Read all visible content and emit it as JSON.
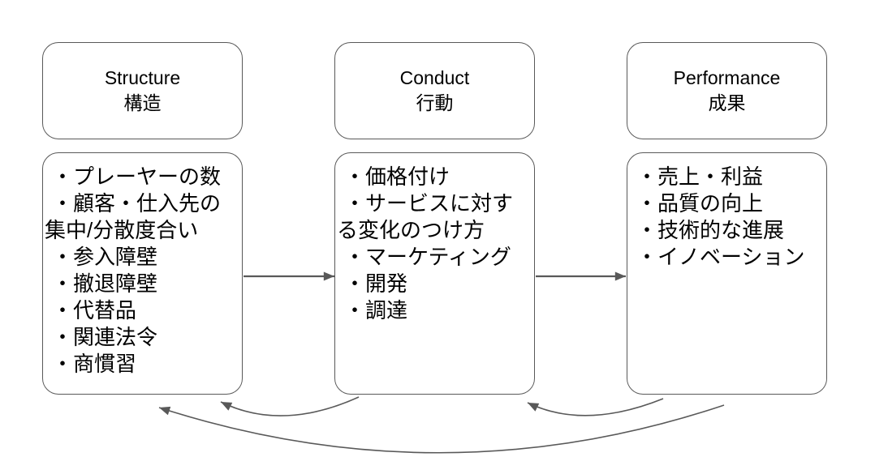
{
  "colors": {
    "background": "#ffffff",
    "border": "#595959",
    "arrow": "#595959",
    "text": "#000000"
  },
  "columns": [
    {
      "id": "structure",
      "header": {
        "en": "Structure",
        "ja": "構造"
      },
      "lines": [
        "・プレーヤーの数",
        "・顧客・仕入先の",
        "集中/分散度合い",
        "・参入障壁",
        "・撤退障壁",
        "・代替品",
        "・関連法令",
        "・商慣習"
      ]
    },
    {
      "id": "conduct",
      "header": {
        "en": "Conduct",
        "ja": "行動"
      },
      "lines": [
        "・価格付け",
        "・サービスに対す",
        "る変化のつけ方",
        "・マーケティング",
        "・開発",
        "・調達"
      ]
    },
    {
      "id": "performance",
      "header": {
        "en": "Performance",
        "ja": "成果"
      },
      "lines": [
        "・売上・利益",
        "・品質の向上",
        "・技術的な進展",
        "・イノベーション"
      ]
    }
  ],
  "connections": [
    {
      "from": "structure",
      "to": "conduct",
      "type": "forward"
    },
    {
      "from": "conduct",
      "to": "performance",
      "type": "forward"
    },
    {
      "from": "conduct",
      "to": "structure",
      "type": "feedback"
    },
    {
      "from": "performance",
      "to": "conduct",
      "type": "feedback"
    },
    {
      "from": "performance",
      "to": "structure",
      "type": "feedback"
    }
  ]
}
